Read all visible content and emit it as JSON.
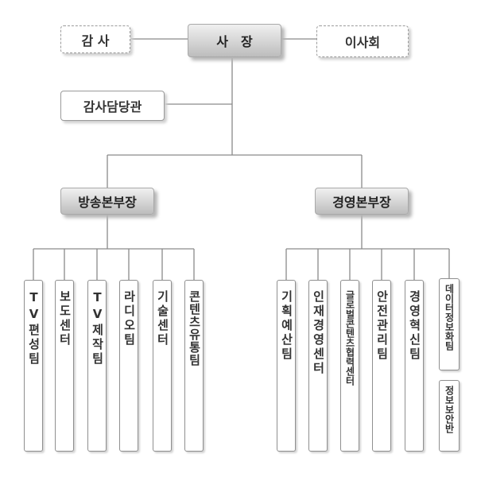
{
  "chart_data": {
    "type": "org-chart",
    "root": "사　장",
    "side_units": [
      "감 사",
      "이사회"
    ],
    "staff_unit": "감사담당관",
    "divisions": [
      {
        "name": "방송본부장",
        "teams": [
          "TV편성팀",
          "보도센터",
          "TV제작팀",
          "라디오팀",
          "기술센터",
          "콘텐츠유통팀"
        ]
      },
      {
        "name": "경영본부장",
        "teams": [
          "기획예산팀",
          "인재경영센터",
          "글로벌콘텐츠협력센터",
          "안전관리팀",
          "경영혁신팀",
          "데이터정보화팀"
        ],
        "sub_team": "정보보안반"
      }
    ]
  }
}
